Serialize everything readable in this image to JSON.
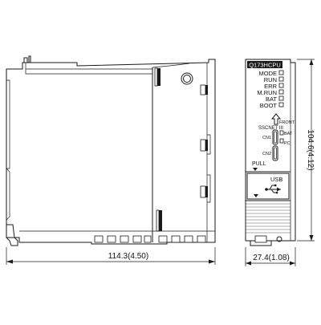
{
  "side_view": {
    "width_dimension": "114.3(4.50)"
  },
  "front_view": {
    "model_label": "Q173HCPU",
    "leds": [
      "MODE",
      "RUN",
      "ERR",
      "M.RUN",
      "BAT",
      "BOOT"
    ],
    "front_marker": "FRONT",
    "sscnet_label": "SSCNET III",
    "connectors": {
      "cn1": "CN1",
      "cn2": "CN2"
    },
    "battery_label": "BAT",
    "pc_label": "PC",
    "pull_label": "PULL",
    "usb_label": "USB",
    "width_dimension": "27.4(1.08)",
    "height_dimension": "104.6(4.12)"
  },
  "icons": {
    "usb": "usb-icon",
    "front_arrow": "up-arrow-icon",
    "pull_arrow": "down-triangle-icon"
  }
}
